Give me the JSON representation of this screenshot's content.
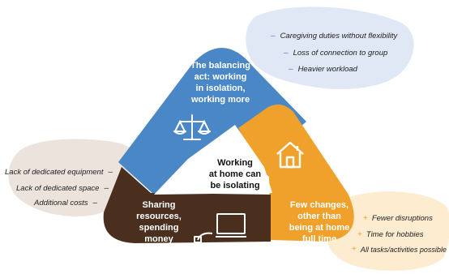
{
  "segments": {
    "balancing": {
      "label_lines": [
        "The balancing",
        "act: working",
        "in isolation,",
        "working more"
      ],
      "color": "#4a87c6",
      "icon": "balance-scale-icon"
    },
    "home": {
      "label_lines": [
        "Few changes,",
        "other than",
        "being at home",
        "full time"
      ],
      "color": "#f0a12b",
      "icon": "house-icon"
    },
    "sharing": {
      "label_lines": [
        "Sharing",
        "resources,",
        "spending",
        "money"
      ],
      "color": "#4b2f1e",
      "icon": "computer-icon"
    }
  },
  "center": {
    "label_lines": [
      "Working",
      "at home can",
      "be isolating"
    ]
  },
  "annotations": {
    "blue": [
      "Caregiving duties without flexibility",
      "Loss of connection to group",
      "Heavier workload"
    ],
    "brown": [
      "Lack of dedicated equipment",
      "Lack of dedicated space",
      "Additional costs"
    ],
    "orange": [
      "Fewer disruptions",
      "Time for hobbies",
      "All tasks/activities possible"
    ]
  },
  "colors": {
    "blue_blob": "#dfe8f4",
    "brown_blob": "#ece3dc",
    "orange_blob": "#fdecd0"
  }
}
